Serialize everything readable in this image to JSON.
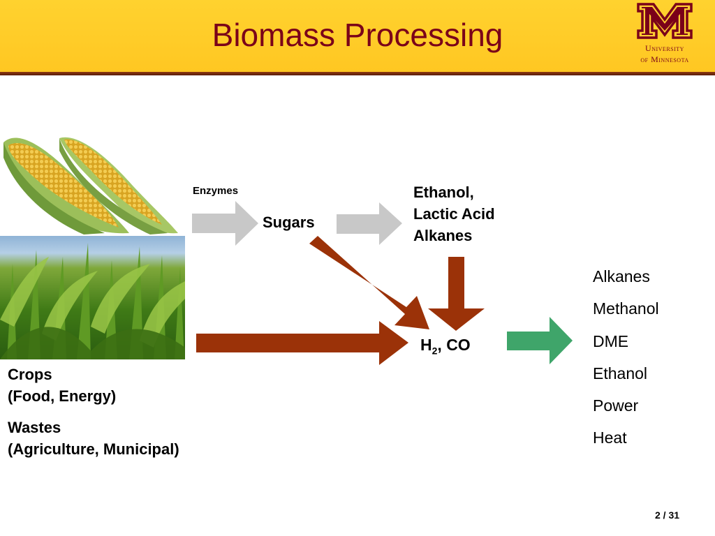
{
  "header": {
    "title": "Biomass Processing",
    "logo_line1": "University",
    "logo_line2": "of Minnesota"
  },
  "diagram": {
    "enzymes_label": "Enzymes",
    "sugars_label": "Sugars",
    "fuels_line1": "Ethanol,",
    "fuels_line2": "Lactic Acid",
    "fuels_line3": "Alkanes",
    "syngas_main": "H",
    "syngas_sub": "2",
    "syngas_rest": ", CO",
    "products": [
      "Alkanes",
      "Methanol",
      "DME",
      "Ethanol",
      "Power",
      "Heat"
    ],
    "sources_line1": "Crops",
    "sources_line2": "(Food, Energy)",
    "sources_line3": "Wastes",
    "sources_line4": "(Agriculture, Municipal)"
  },
  "colors": {
    "header_gold": "#ffcc33",
    "title_maroon": "#7a0019",
    "gray_arrow": "#c8c8c8",
    "brown_arrow": "#9b3208",
    "green_arrow": "#3fa56a"
  },
  "footer": {
    "page_current": "2",
    "page_separator": " / ",
    "page_total": "31"
  }
}
